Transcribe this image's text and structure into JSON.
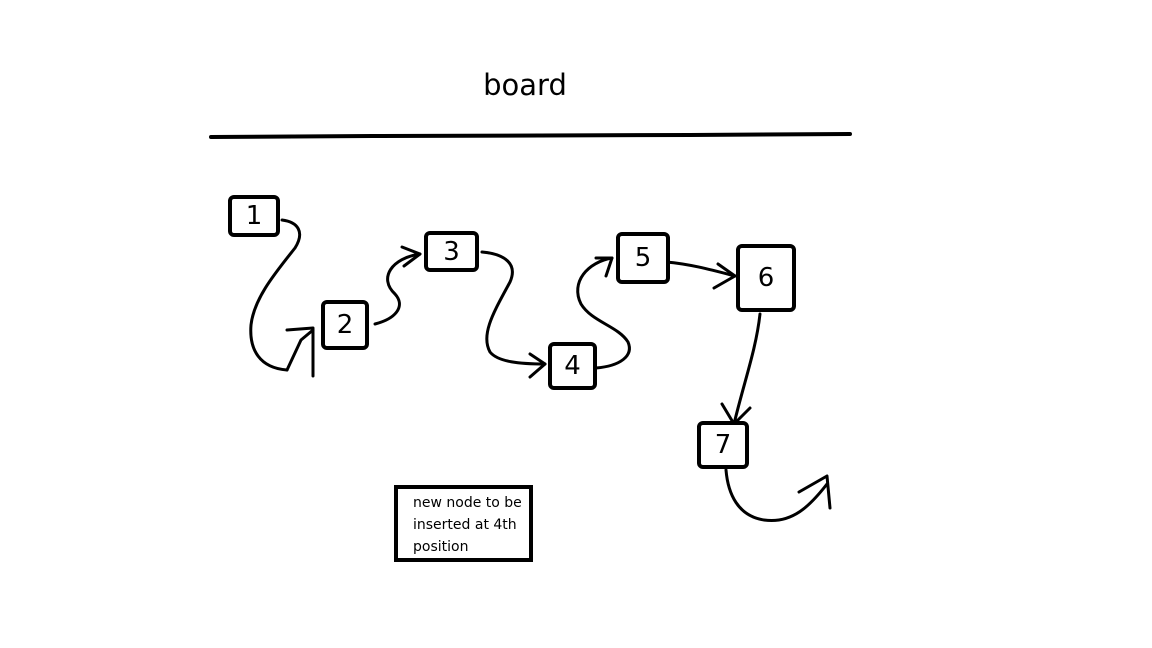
{
  "diagram": {
    "title": "board",
    "nodes": [
      {
        "id": "1",
        "label": "1"
      },
      {
        "id": "2",
        "label": "2"
      },
      {
        "id": "3",
        "label": "3"
      },
      {
        "id": "4",
        "label": "4"
      },
      {
        "id": "5",
        "label": "5"
      },
      {
        "id": "6",
        "label": "6"
      },
      {
        "id": "7",
        "label": "7"
      }
    ],
    "edges": [
      {
        "from": "1",
        "to": "2"
      },
      {
        "from": "2",
        "to": "3"
      },
      {
        "from": "3",
        "to": "4"
      },
      {
        "from": "4",
        "to": "5"
      },
      {
        "from": "5",
        "to": "6"
      },
      {
        "from": "6",
        "to": "7"
      },
      {
        "from": "7",
        "to": ""
      }
    ],
    "note": "new node to be\ninserted at 4th\nposition",
    "colors": {
      "stroke": "#000000",
      "background": "#ffffff"
    }
  }
}
